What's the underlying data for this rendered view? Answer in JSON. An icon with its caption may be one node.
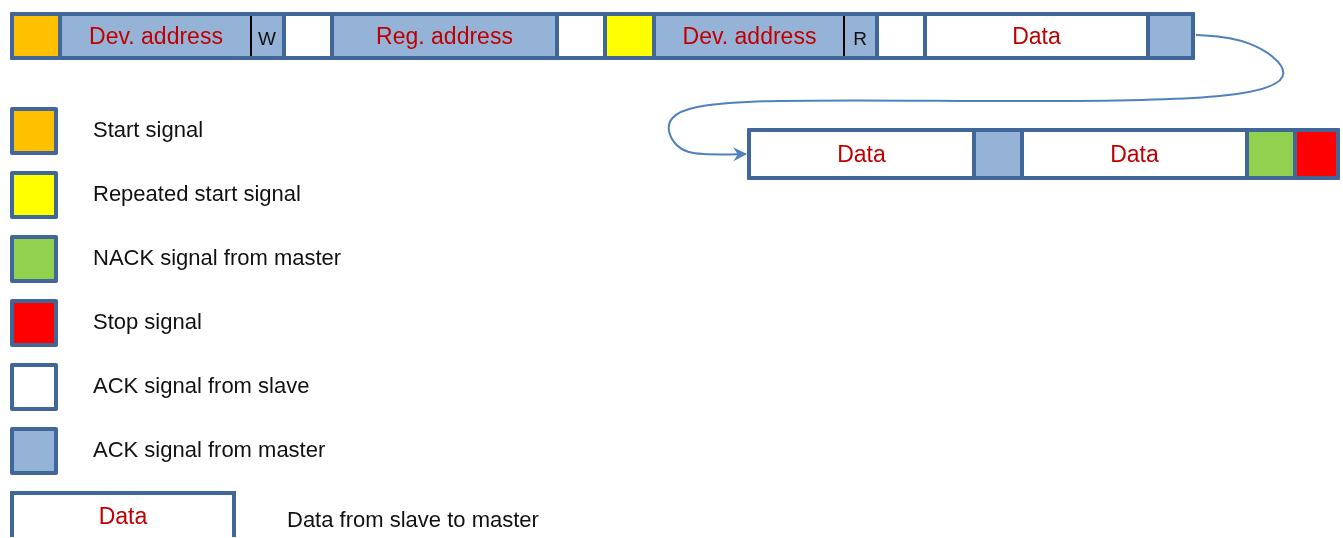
{
  "diagram": {
    "nodes": [
      {
        "text": [],
        "shape": "bar"
      },
      {
        "text": [],
        "shape": "box",
        "in": 0
      },
      {
        "text": [
          "Dev. address"
        ],
        "in": 0
      },
      {
        "text": [
          "W"
        ],
        "in": 0
      },
      {
        "text": [],
        "shape": "box",
        "in": 0
      },
      {
        "text": [
          "Reg. address"
        ],
        "in": 0
      },
      {
        "text": [],
        "shape": "box",
        "in": 0
      },
      {
        "text": [],
        "shape": "box",
        "in": 0
      },
      {
        "text": [
          "Dev. address"
        ],
        "in": 0
      },
      {
        "text": [
          "R"
        ],
        "in": 0
      },
      {
        "text": [],
        "shape": "box",
        "in": 0
      },
      {
        "text": [
          "Data"
        ],
        "in": 0
      },
      {
        "text": [],
        "shape": "box",
        "in": 0
      },
      {
        "text": [],
        "shape": "bar"
      },
      {
        "text": [
          "Data"
        ],
        "in": 13
      },
      {
        "text": [],
        "shape": "box",
        "in": 13
      },
      {
        "text": [
          "Data"
        ],
        "in": 13
      },
      {
        "text": [],
        "shape": "box",
        "in": 13
      },
      {
        "text": [],
        "shape": "box",
        "in": 13
      },
      {
        "text": [
          "Data"
        ],
        "beside": [
          "Data from slave to master"
        ]
      }
    ],
    "edges": [
      {
        "from": 0,
        "to": 13,
        "arrow": "to"
      }
    ],
    "legend": [
      {
        "text": "Start signal",
        "color": "#ffc000"
      },
      {
        "text": "Repeated start signal",
        "color": "#ffff00"
      },
      {
        "text": "NACK signal from master",
        "color": "#92d050"
      },
      {
        "text": "Stop signal",
        "color": "#ff0000"
      },
      {
        "text": "ACK signal from slave",
        "color": "#ffffff"
      },
      {
        "text": "ACK signal from master",
        "color": "#95b3d7"
      }
    ]
  }
}
